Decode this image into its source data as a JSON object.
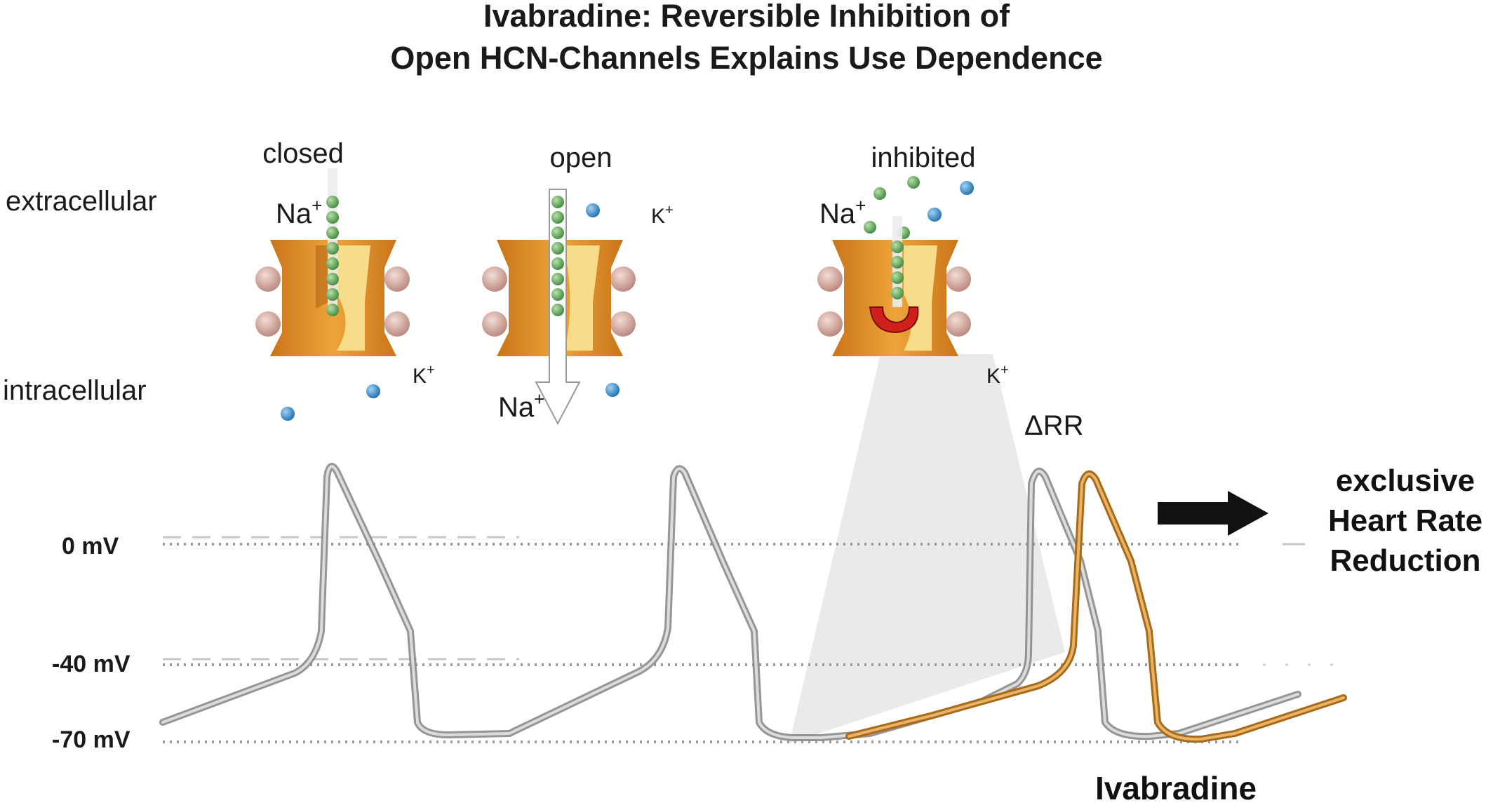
{
  "title": {
    "line1": "Ivabradine: Reversible Inhibition of",
    "line2": "Open HCN-Channels Explains Use Dependence"
  },
  "compartments": {
    "extracellular": "extracellular",
    "intracellular": "intracellular"
  },
  "channel_states": [
    {
      "label": "closed",
      "ion_top": "Na",
      "ion_top_sup": "+",
      "ion_k": "K",
      "ion_k_sup": "+"
    },
    {
      "label": "open",
      "ion_k": "K",
      "ion_k_sup": "+",
      "ion_bottom": "Na",
      "ion_bottom_sup": "+"
    },
    {
      "label": "inhibited",
      "ion_top": "Na",
      "ion_top_sup": "+",
      "ion_k": "K",
      "ion_k_sup": "+"
    }
  ],
  "voltage_levels": [
    {
      "label": "0 mV"
    },
    {
      "label": "-40 mV"
    },
    {
      "label": "-70 mV"
    }
  ],
  "delta_label": "ΔRR",
  "outcome": {
    "line1": "exclusive",
    "line2": "Heart Rate",
    "line3": "Reduction"
  },
  "drug_label": "Ivabradine",
  "colors": {
    "baseline_trace": "#a9a9a9",
    "ivabradine_trace": "#d89a3c",
    "channel_body": "#e69a2e",
    "channel_pore": "#f7dc8a",
    "sodium_ion": "#5da35a",
    "potassium_ion": "#2f86c8",
    "inhibitor": "#d0201c",
    "arrow": "#111111"
  }
}
